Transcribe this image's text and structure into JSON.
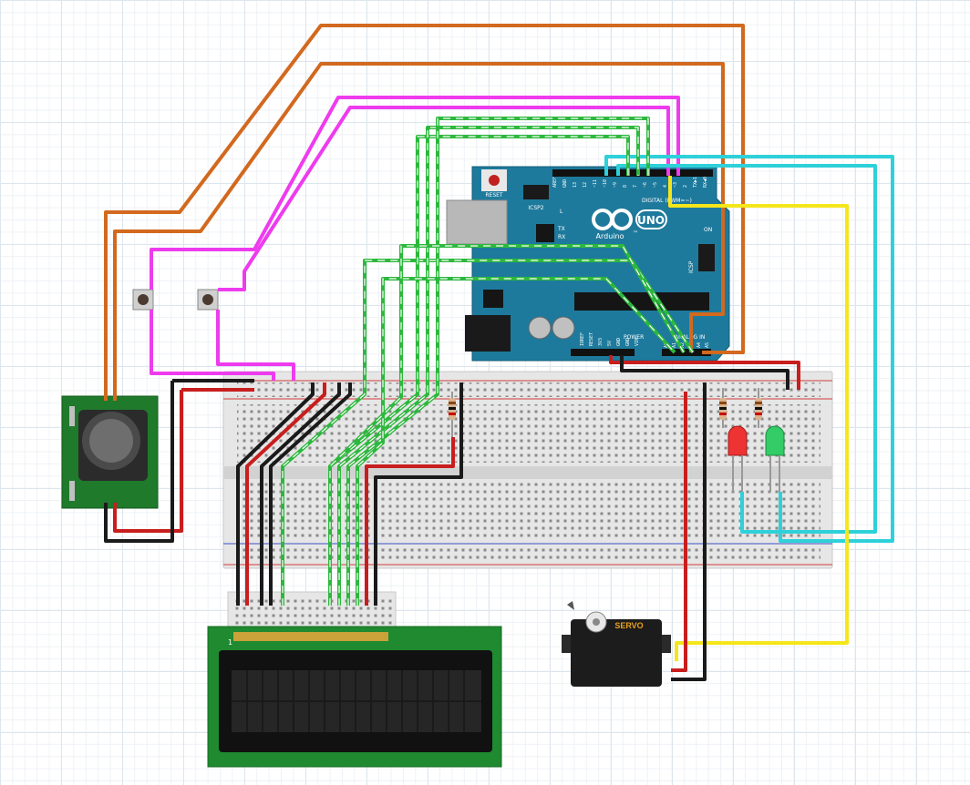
{
  "arduino": {
    "board_name": "UNO",
    "brand": "Arduino",
    "trademark": "™",
    "reset_label": "RESET",
    "icsp2_label": "ICSP2",
    "icsp_label": "ICSP",
    "digital_label": "DIGITAL (PWM=~)",
    "analog_label": "ANALOG IN",
    "power_label": "POWER",
    "on_label": "ON",
    "l_label": "L",
    "tx_label": "TX",
    "rx_label": "RX",
    "top_pin_labels": [
      "AREF",
      "GND",
      "13",
      "12",
      "~11",
      "~10",
      "~9",
      "8",
      "7",
      "~6",
      "~5",
      "4",
      "~3",
      "2",
      "TX▶1",
      "RX◀0"
    ],
    "power_pin_labels": [
      "IOREF",
      "RESET",
      "3V3",
      "5V",
      "GND",
      "GND",
      "VIN"
    ],
    "analog_pin_labels": [
      "A0",
      "A1",
      "A2",
      "A3",
      "A4",
      "A5"
    ]
  },
  "servo": {
    "label": "SERVO"
  },
  "lcd": {
    "pin1_label": "1"
  },
  "wire_colors": {
    "orange": "#d2691e",
    "magenta": "#ee3bee",
    "green": "#2db83d",
    "cyan": "#2ed1d9",
    "yellow": "#f5e61a",
    "red": "#c81e1e",
    "black": "#1a1a1a"
  },
  "components": [
    "arduino-uno",
    "breadboard",
    "joystick-module",
    "push-button",
    "push-button",
    "lcd-16x2",
    "servo-motor",
    "red-led",
    "green-led",
    "resistor",
    "resistor",
    "resistor"
  ]
}
